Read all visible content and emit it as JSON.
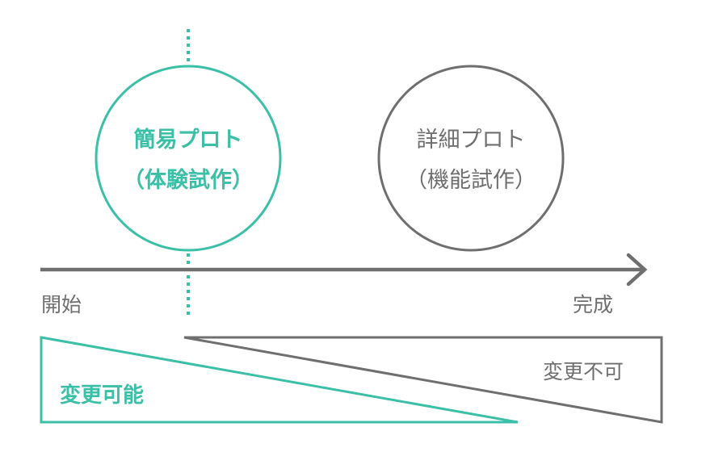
{
  "colors": {
    "accent": "#3bbfa7",
    "neutral": "#6f6f6f",
    "background": "#ffffff"
  },
  "stages": {
    "simple": {
      "title": "簡易プロト",
      "subtitle": "（体験試作）"
    },
    "detailed": {
      "title": "詳細プロト",
      "subtitle": "（機能試作）"
    }
  },
  "timeline": {
    "start_label": "開始",
    "end_label": "完成"
  },
  "wedges": {
    "changeable_label": "変更可能",
    "unchangeable_label": "変更不可"
  }
}
